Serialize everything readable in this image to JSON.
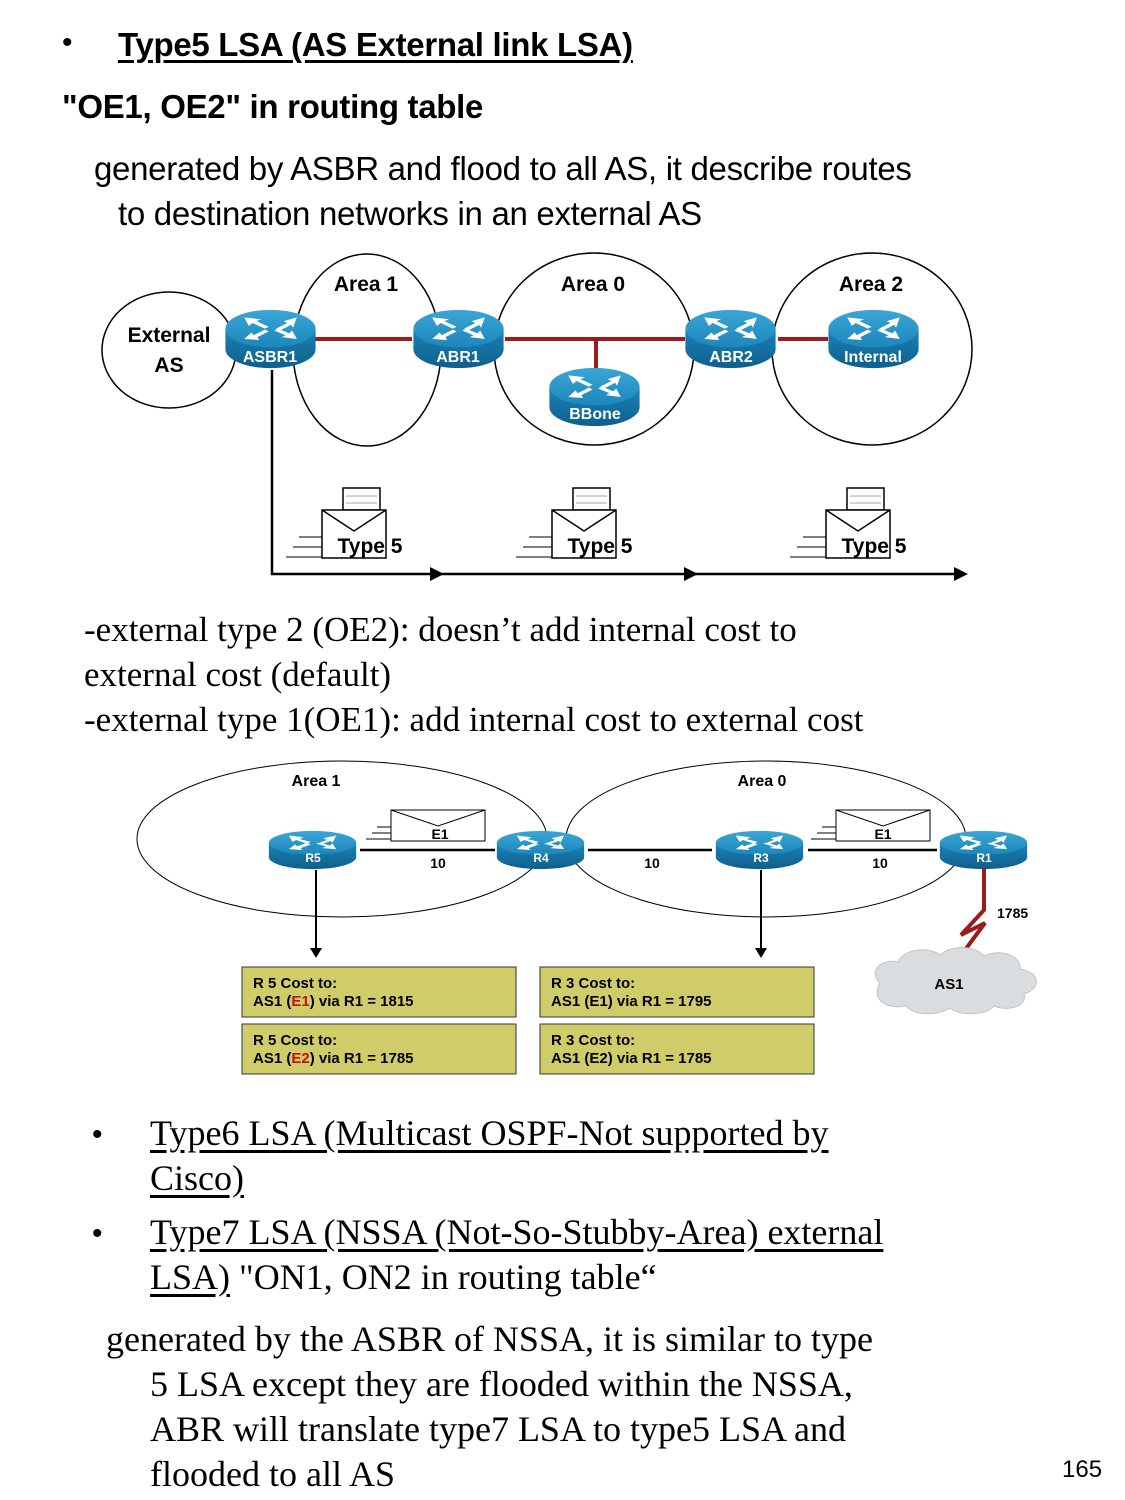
{
  "slide": {
    "title": "Type5 LSA (AS External link LSA)",
    "subtitle": "\"OE1, OE2\" in routing table",
    "description_lines": [
      "generated by ASBR and flood to all AS, it describe routes",
      "to destination networks in an external AS"
    ],
    "bullet_glyph": "•",
    "page_number": "165"
  },
  "diagram1": {
    "external_as_label_lines": [
      "External",
      "AS"
    ],
    "areas": [
      "Area 1",
      "Area 0",
      "Area 2"
    ],
    "routers": {
      "asbr1": "ASBR1",
      "abr1": "ABR1",
      "bbone": "BBone",
      "abr2": "ABR2",
      "internal": "Internal"
    },
    "lsa_envelopes": [
      "Type 5",
      "Type 5",
      "Type 5"
    ],
    "colors": {
      "router": "#1e8dc0",
      "link": "#9b1c1c"
    }
  },
  "external_types": {
    "oe2_line1": "-external type 2 (OE2): doesn’t add internal cost to",
    "oe2_line2": "external cost (default)",
    "oe1_line": "-external type 1(OE1): add internal cost to external cost"
  },
  "diagram2": {
    "areas": [
      "Area 1",
      "Area 0"
    ],
    "routers": [
      "R5",
      "R4",
      "R3",
      "R1"
    ],
    "link_costs": [
      "10",
      "10",
      "10"
    ],
    "serial_cost": "1785",
    "cloud_label": "AS1",
    "envelopes": [
      "E1",
      "E1"
    ],
    "cost_boxes": [
      {
        "line1": "R 5 Cost to:",
        "pre": "AS1 (",
        "type": "E1",
        "post": ") via R1 = 1815",
        "highlight": true
      },
      {
        "line1": "R 5 Cost to:",
        "pre": "AS1 (",
        "type": "E2",
        "post": ") via R1 = 1785",
        "highlight": true
      },
      {
        "line1": "R 3 Cost to:",
        "pre": "AS1 (",
        "type": "E1",
        "post": ") via R1 = 1795",
        "highlight": false
      },
      {
        "line1": "R 3 Cost to:",
        "pre": "AS1 (",
        "type": "E2",
        "post": ") via R1 = 1785",
        "highlight": false
      }
    ],
    "colors": {
      "box_fill": "#d1cc6a",
      "highlight": "#c0140c",
      "cloud": "#d9dde0",
      "serial": "#9b1c1c"
    }
  },
  "type6": {
    "line1": "Type6 LSA (Multicast OSPF-Not supported by",
    "line2": "Cisco)"
  },
  "type7": {
    "line1": "Type7 LSA (NSSA (Not-So-Stubby-Area) external",
    "line2_underlined": "LSA)",
    "line2_rest": " \"ON1, ON2 in routing table“"
  },
  "nssa_description": [
    "generated by the ASBR of NSSA, it is similar to type",
    "5 LSA except they are flooded within the NSSA,",
    "ABR will translate type7 LSA to type5 LSA and",
    "flooded to all AS"
  ]
}
